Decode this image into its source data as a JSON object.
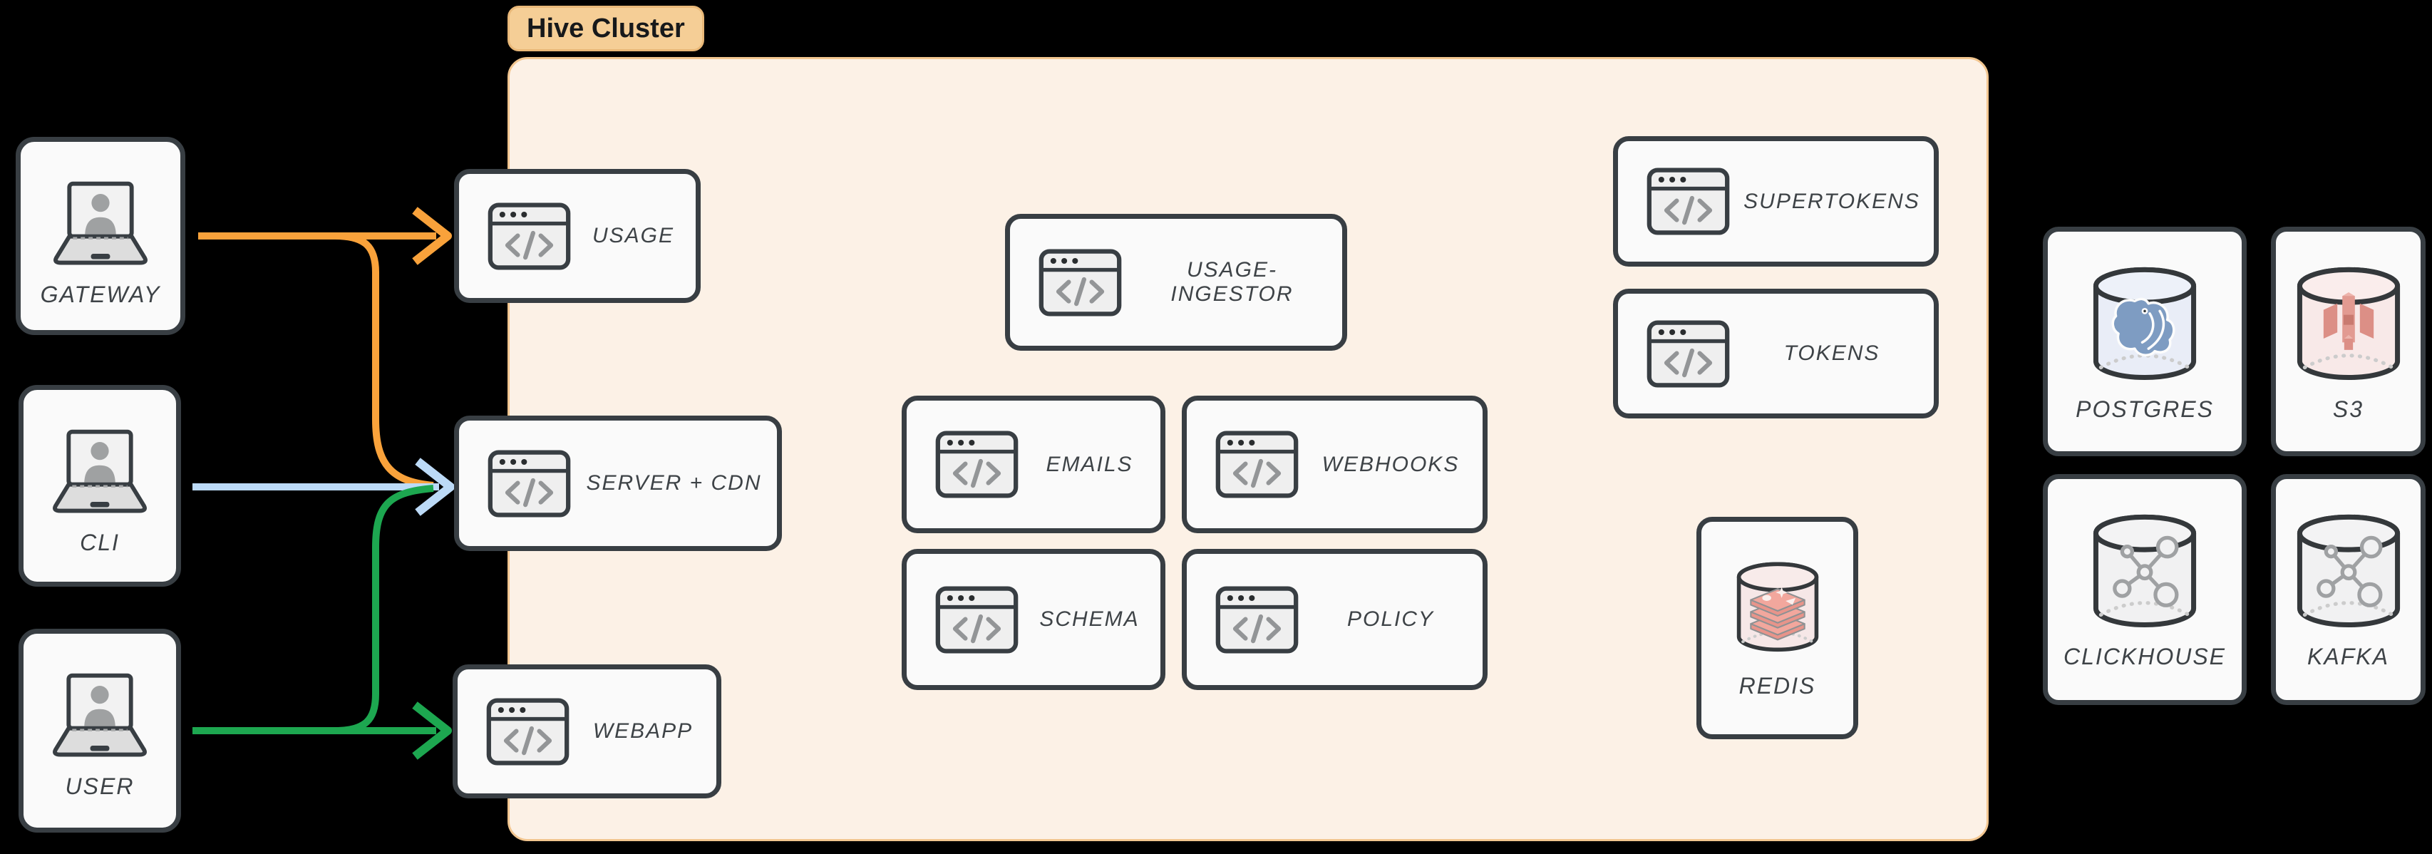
{
  "cluster": {
    "label": "Hive Cluster"
  },
  "clients": [
    {
      "label": "GATEWAY"
    },
    {
      "label": "CLI"
    },
    {
      "label": "USER"
    }
  ],
  "services": [
    {
      "label": "USAGE"
    },
    {
      "label": "SERVER + CDN"
    },
    {
      "label": "WEBAPP"
    },
    {
      "label": "USAGE-INGESTOR"
    },
    {
      "label": "EMAILS"
    },
    {
      "label": "WEBHOOKS"
    },
    {
      "label": "SCHEMA"
    },
    {
      "label": "POLICY"
    },
    {
      "label": "SUPERTOKENS"
    },
    {
      "label": "TOKENS"
    }
  ],
  "datastores": [
    {
      "label": "REDIS"
    },
    {
      "label": "POSTGRES"
    },
    {
      "label": "S3"
    },
    {
      "label": "CLICKHOUSE"
    },
    {
      "label": "KAFKA"
    }
  ],
  "connections": [
    {
      "from": "GATEWAY",
      "to": "USAGE",
      "color": "#F9A23B"
    },
    {
      "from": "GATEWAY",
      "to": "SERVER + CDN",
      "color": "#F9A23B"
    },
    {
      "from": "CLI",
      "to": "SERVER + CDN",
      "color": "#BCDAF7"
    },
    {
      "from": "USER",
      "to": "SERVER + CDN",
      "color": "#1DA750"
    },
    {
      "from": "USER",
      "to": "WEBAPP",
      "color": "#1DA750"
    }
  ],
  "icons": {
    "client": "laptop-user-icon",
    "service": "code-window-icon",
    "redis": "redis-cylinder-icon",
    "postgres": "postgres-cylinder-icon",
    "s3": "s3-cylinder-icon",
    "clickhouse": "molecule-cylinder-icon",
    "kafka": "molecule-cylinder-icon"
  },
  "colors": {
    "canvas_bg": "#000000",
    "cluster_bg": "#FCF1E6",
    "cluster_border": "#F2C690",
    "badge_bg": "#F5CE96",
    "node_bg": "#FAFAFA",
    "node_border": "#383E43",
    "label_text": "#3E4347",
    "arrow_orange": "#F9A23B",
    "arrow_blue": "#BCDAF7",
    "arrow_green": "#1DA750"
  }
}
